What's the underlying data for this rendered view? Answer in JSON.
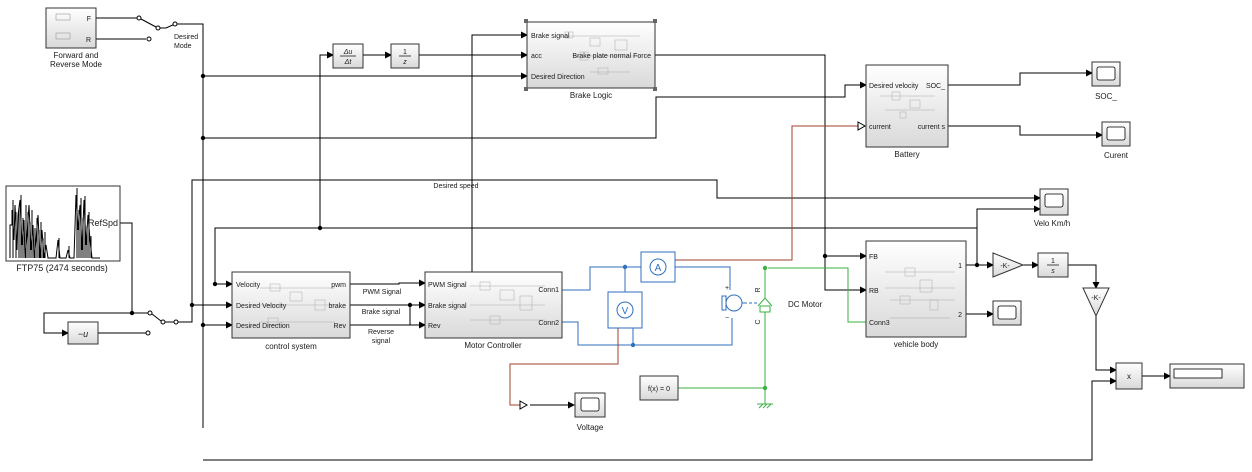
{
  "colors": {
    "signal": "#000000",
    "electrical": "#2f6fbf",
    "connection": "#3cb043",
    "measurement": "#a0422a"
  },
  "mode_block": {
    "label_line1": "Forward and",
    "label_line2": "Reverse Mode",
    "port_f": "F",
    "port_r": "R"
  },
  "mode_switch": {
    "label_line1": "Desired",
    "label_line2": "Mode"
  },
  "deriv_block": {
    "num": "Δu",
    "den": "Δt"
  },
  "delay_block": {
    "num": "1",
    "den": "z"
  },
  "brake_logic": {
    "title": "Brake Logic",
    "in1": "Brake signal",
    "in2": "acc",
    "in3": "Desired Direction",
    "out1": "Brake plate normal Force"
  },
  "battery": {
    "title": "Battery",
    "in1": "Desired velocity",
    "in2": "current",
    "out1": "SOC_",
    "out2": "current s"
  },
  "scope_soc": {
    "label": "SOC_"
  },
  "scope_current": {
    "label": "Curent"
  },
  "drive_cycle": {
    "label": "FTP75 (2474  seconds)",
    "port": "RefSpd"
  },
  "wire_labels": {
    "desired_speed": "Desired speed",
    "pwm_signal": "PWM Signal",
    "brake_signal": "Brake signal",
    "reverse_line1": "Reverse",
    "reverse_line2": "signal"
  },
  "scope_velo": {
    "label": "Velo Km/h"
  },
  "control_system": {
    "title": "control system",
    "in1": "Velocity",
    "in2": "Desired Velocity",
    "in3": "Desired Direction",
    "out1": "pwm",
    "out2": "brake",
    "out3": "Rev"
  },
  "motor_controller": {
    "title": "Motor Controller",
    "in1": "PWM Signal",
    "in2": "Brake signal",
    "in3": "Rev",
    "out1": "Conn1",
    "out2": "Conn2"
  },
  "negate_block": {
    "label": "−u"
  },
  "ammeter": {
    "symbol": "A"
  },
  "voltmeter": {
    "symbol": "V"
  },
  "dc_motor": {
    "label": "DC Motor",
    "port_plus": "+",
    "port_minus": "−",
    "port_r": "R",
    "port_c": "C"
  },
  "vehicle_body": {
    "title": "vehicle body",
    "in1": "FB",
    "in2": "RB",
    "in3": "Conn3",
    "out1": "1",
    "out2": "2"
  },
  "gain1": {
    "label": "-K-"
  },
  "integrator": {
    "num": "1",
    "den": "s"
  },
  "gain2": {
    "label": "-K-"
  },
  "product": {
    "label": "x"
  },
  "solver_config": {
    "label": "f(x) = 0"
  },
  "scope_voltage": {
    "label": "Voltage"
  }
}
